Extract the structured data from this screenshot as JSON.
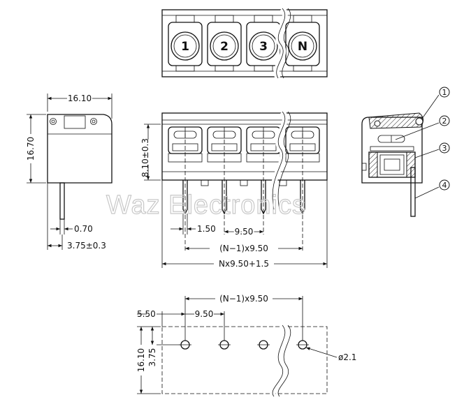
{
  "top_view": {
    "position_labels": [
      "1",
      "2",
      "3",
      "N"
    ]
  },
  "side_view": {
    "width_label": "16.10",
    "height_label": "16.70",
    "pin_label": "0.70",
    "pitch_label": "3.75±0.3"
  },
  "front_view": {
    "height_label": "8.10±0.3",
    "pin_width_label": "1.50",
    "pitch_label": "9.50",
    "span_label": "(N−1)x9.50",
    "overall_label": "Nx9.50+1.5"
  },
  "section_view": {
    "callouts": [
      "1",
      "2",
      "3",
      "4"
    ]
  },
  "pcb_layout": {
    "span_label": "(N−1)x9.50",
    "edge_label": "5.50",
    "pitch_label": "9.50",
    "height_label": "16.10",
    "row_offset_label": "3.75",
    "hole_label": "ø2.1"
  },
  "watermark": "Waz Electronics"
}
